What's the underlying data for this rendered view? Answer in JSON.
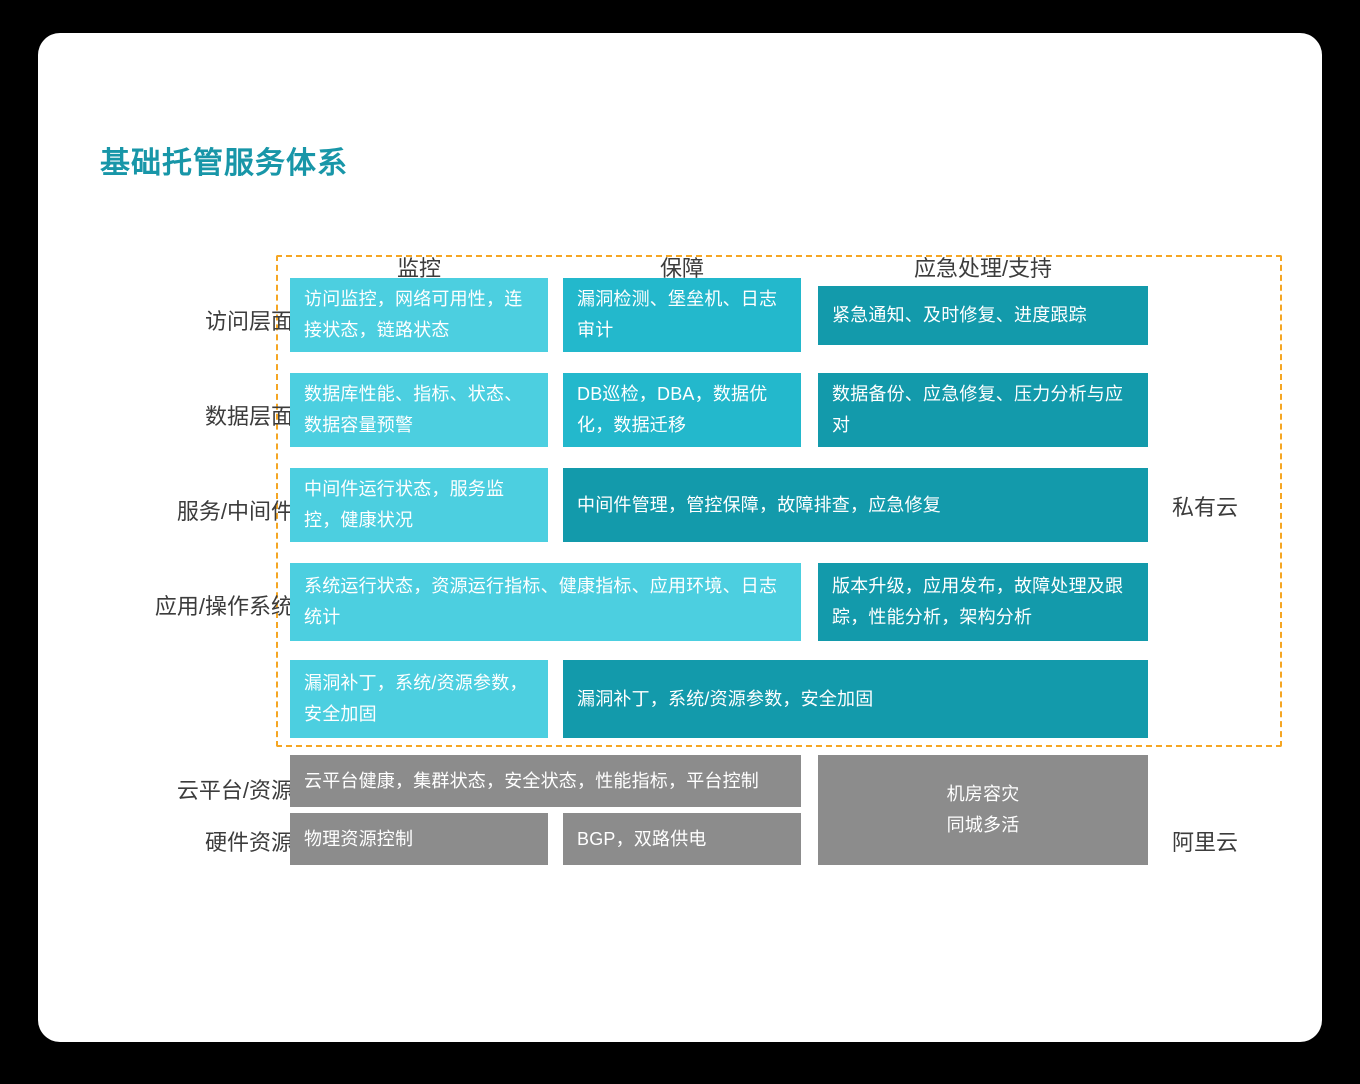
{
  "title": "基础托管服务体系",
  "colors": {
    "title": "#1896a8",
    "cyan_light": "#4ccfe0",
    "teal_mid": "#23b8cc",
    "teal_dark": "#139aab",
    "gray": "#8c8c8c",
    "dashed_border": "#f5a623",
    "card_bg": "#ffffff",
    "page_bg": "#000000"
  },
  "columns": [
    {
      "label": "监控"
    },
    {
      "label": "保障"
    },
    {
      "label": "应急处理/支持"
    }
  ],
  "rows": [
    {
      "label": "访问层面"
    },
    {
      "label": "数据层面"
    },
    {
      "label": "服务/中间件"
    },
    {
      "label": "应用/操作系统"
    },
    {
      "label": ""
    },
    {
      "label": "云平台/资源"
    },
    {
      "label": "硬件资源"
    }
  ],
  "side_labels": [
    {
      "label": "私有云"
    },
    {
      "label": "阿里云"
    }
  ],
  "cells": {
    "access_monitor": "访问监控，网络可用性，连接状态，链路状态",
    "access_assure": "漏洞检测、堡垒机、日志审计",
    "access_emergency": "紧急通知、及时修复、进度跟踪",
    "data_monitor": "数据库性能、指标、状态、数据容量预警",
    "data_assure": "DB巡检，DBA，数据优化，数据迁移",
    "data_emergency": "数据备份、应急修复、压力分析与应对",
    "service_monitor": "中间件运行状态，服务监控，健康状况",
    "service_span": "中间件管理，管控保障，故障排查，应急修复",
    "app_span": "系统运行状态，资源运行指标、健康指标、应用环境、日志统计",
    "app_emergency": "版本升级，应用发布，故障处理及跟踪，性能分析，架构分析",
    "patch_monitor": "漏洞补丁，系统/资源参数，安全加固",
    "patch_span": "漏洞补丁，系统/资源参数，安全加固",
    "platform_span": "云平台健康，集群状态，安全状态，性能指标，平台控制",
    "hardware_monitor": "物理资源控制",
    "hardware_assure": "BGP，双路供电",
    "dr_cell": "机房容灾\n同城多活",
    "dr_line1": "机房容灾",
    "dr_line2": "同城多活"
  }
}
